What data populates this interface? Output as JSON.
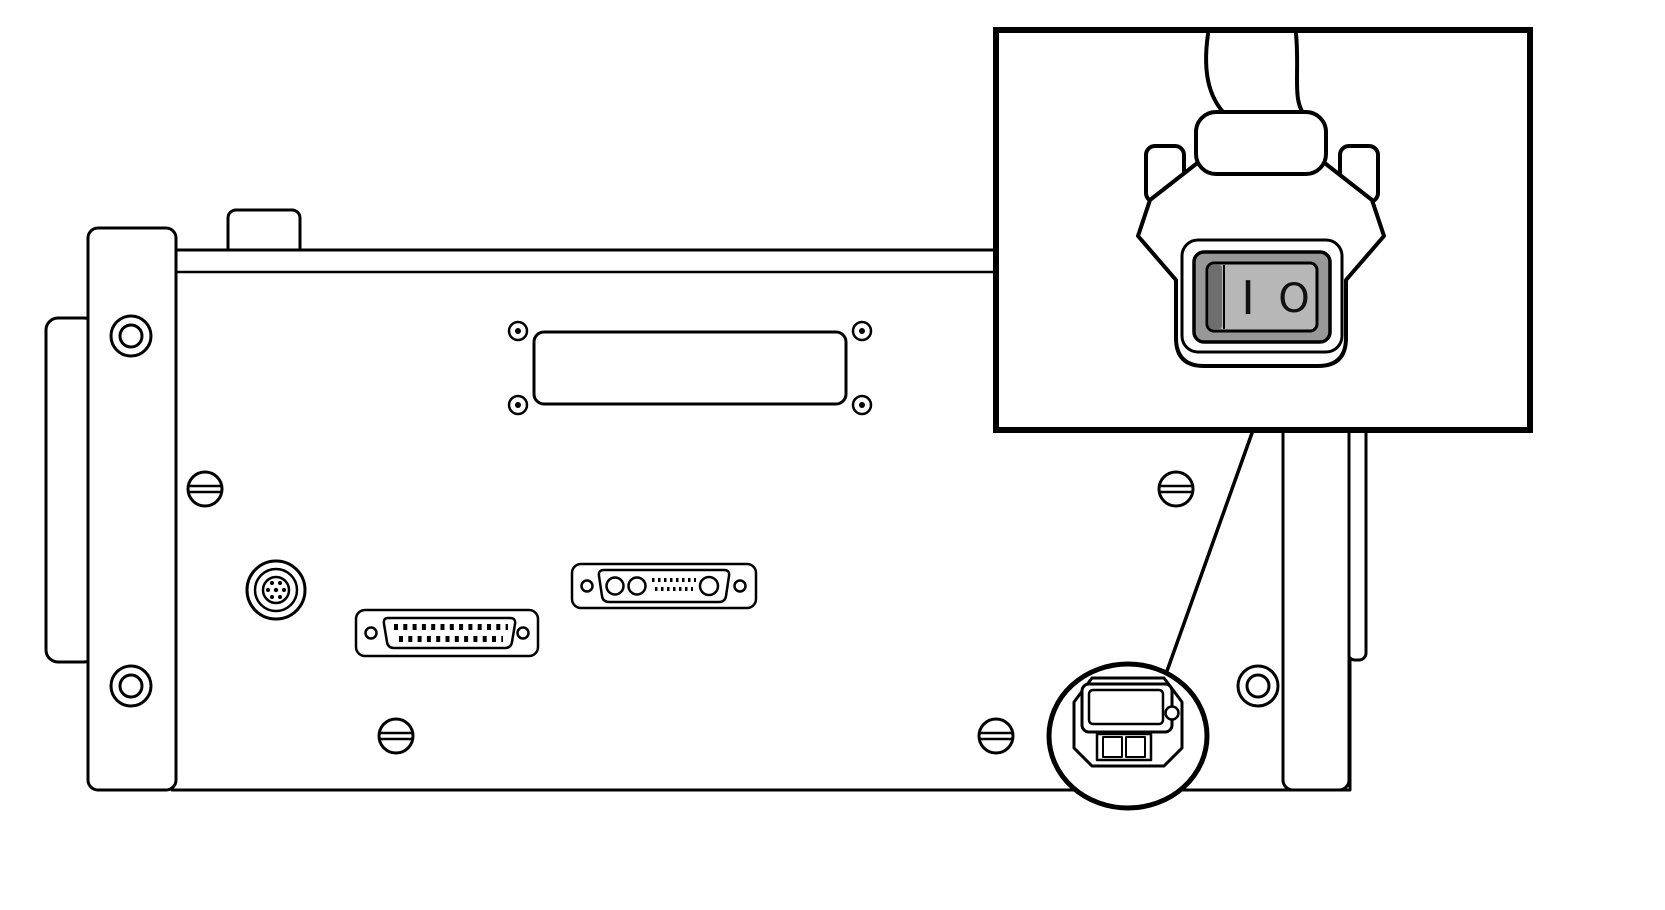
{
  "canvas": {
    "background": "#ffffff",
    "line_color": "#000000"
  },
  "diagram": {
    "kind": "technical-illustration",
    "subject": "instrument rear panel with power-inlet callout",
    "inset": {
      "switch": {
        "on_label": "I",
        "off_label": "O",
        "frame_color": "#989898",
        "rocker_color": "#b7b7b7",
        "pressed_color": "#6e6e6e",
        "glyph_color": "#111111"
      }
    },
    "parts": [
      "left-mounting-bracket",
      "side-flange",
      "rear-panel",
      "blank-cover-plate",
      "slotted-screw",
      "circular-connector",
      "db25-connector",
      "combo-d-connector",
      "power-entry-module",
      "callout-circle",
      "callout-inset",
      "power-cord-plug",
      "rocker-switch"
    ]
  }
}
